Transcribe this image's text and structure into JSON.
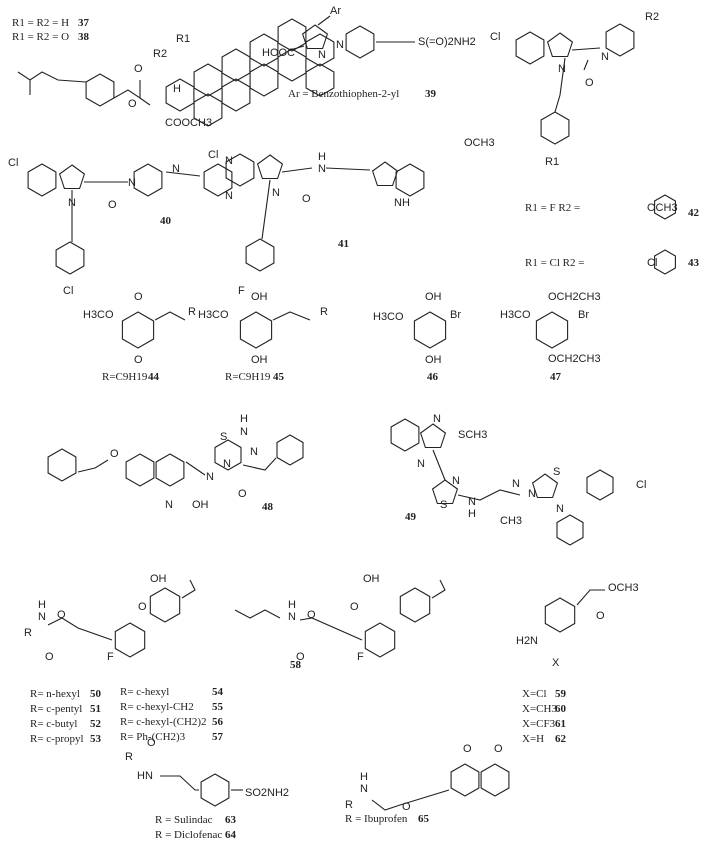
{
  "compounds": {
    "c37_38": {
      "line1": "R1 = R2 = H",
      "num1": "37",
      "line2": "R1 = R2 = O",
      "num2": "38",
      "atoms": {
        "r1": "R1",
        "r2": "R2",
        "h": "H",
        "o1": "O",
        "o2": "O",
        "cooch3": "COOCH3"
      }
    },
    "c39": {
      "label": "Ar = Benzothiophen-2-yl",
      "num": "39",
      "atoms": {
        "ar": "Ar",
        "hooc": "HOOC",
        "n1": "N",
        "n2": "N",
        "so2nh2": "S(=O)2NH2"
      }
    },
    "c42_43": {
      "atoms": {
        "cl": "Cl",
        "n1": "N",
        "n2": "N",
        "o": "O",
        "r2": "R2",
        "r1": "R1"
      },
      "line42": "R1 = F  R2 =",
      "sub42": "OCH3",
      "num42": "42",
      "line43": "R1 = Cl  R2 =",
      "sub43": "Cl",
      "num43": "43"
    },
    "c40": {
      "num": "40",
      "atoms": {
        "cl1": "Cl",
        "n1": "N",
        "o": "O",
        "n2": "N",
        "n3": "N",
        "n4": "N",
        "n5": "N",
        "cl2": "Cl"
      }
    },
    "c41": {
      "num": "41",
      "atoms": {
        "cl": "Cl",
        "n1": "N",
        "o": "O",
        "nh1": "N",
        "h1": "H",
        "och3": "OCH3",
        "nh2": "NH",
        "f": "F"
      }
    },
    "c44": {
      "label": "R=C9H19",
      "num": "44",
      "atoms": {
        "o1": "O",
        "o2": "O",
        "h3co": "H3CO",
        "r": "R"
      }
    },
    "c45": {
      "label": "R=C9H19",
      "num": "45",
      "atoms": {
        "oh1": "OH",
        "oh2": "OH",
        "h3co": "H3CO",
        "r": "R"
      }
    },
    "c46": {
      "num": "46",
      "atoms": {
        "oh1": "OH",
        "oh2": "OH",
        "h3co": "H3CO",
        "br": "Br"
      }
    },
    "c47": {
      "num": "47",
      "atoms": {
        "oet1": "OCH2CH3",
        "oet2": "OCH2CH3",
        "h3co": "H3CO",
        "br": "Br"
      }
    },
    "c48": {
      "num": "48",
      "atoms": {
        "o1": "O",
        "n1": "N",
        "oh": "OH",
        "n2": "N",
        "n3": "N",
        "s": "S",
        "h": "H",
        "n4": "N",
        "n5": "N",
        "o2": "O"
      }
    },
    "c49": {
      "num": "49",
      "atoms": {
        "n1": "N",
        "sch3": "SCH3",
        "n2": "N",
        "n3": "N",
        "s1": "S",
        "nh": "N",
        "h": "H",
        "ch3": "CH3",
        "n4": "N",
        "n5": "N",
        "s2": "S",
        "n6": "N",
        "cl": "Cl"
      }
    },
    "c50_57": {
      "atoms": {
        "h": "H",
        "n": "N",
        "r": "R",
        "o1": "O",
        "o2": "O",
        "f": "F",
        "oh": "OH",
        "o3": "O"
      },
      "left": [
        {
          "label": "R= n-hexyl",
          "num": "50"
        },
        {
          "label": "R= c-pentyl",
          "num": "51"
        },
        {
          "label": "R= c-butyl",
          "num": "52"
        },
        {
          "label": "R= c-propyl",
          "num": "53"
        }
      ],
      "right": [
        {
          "label": "R= c-hexyl",
          "num": "54"
        },
        {
          "label": "R= c-hexyl-CH2",
          "num": "55"
        },
        {
          "label": "R= c-hexyl-(CH2)2",
          "num": "56"
        },
        {
          "label": "R= Ph-(CH2)3",
          "num": "57"
        }
      ]
    },
    "c58": {
      "num": "58",
      "atoms": {
        "h": "H",
        "n": "N",
        "o1": "O",
        "o2": "O",
        "f": "F",
        "oh": "OH",
        "o3": "O"
      }
    },
    "c59_62": {
      "atoms": {
        "h2n": "H2N",
        "x": "X",
        "och3": "OCH3",
        "o": "O"
      },
      "rows": [
        {
          "label": "X=Cl",
          "num": "59"
        },
        {
          "label": "X=CH3",
          "num": "60"
        },
        {
          "label": "X=CF3",
          "num": "61"
        },
        {
          "label": "X=H",
          "num": "62"
        }
      ]
    },
    "c63_64": {
      "atoms": {
        "o": "O",
        "r": "R",
        "hn": "HN",
        "so2nh2": "SO2NH2"
      },
      "line1": "R = Sulindac",
      "num1": "63",
      "line2": "R = Diclofenac",
      "num2": "64"
    },
    "c65": {
      "atoms": {
        "h": "H",
        "n": "N",
        "r": "R",
        "o1": "O",
        "o2": "O",
        "o3": "O"
      },
      "label": "R = Ibuprofen",
      "num": "65"
    }
  }
}
